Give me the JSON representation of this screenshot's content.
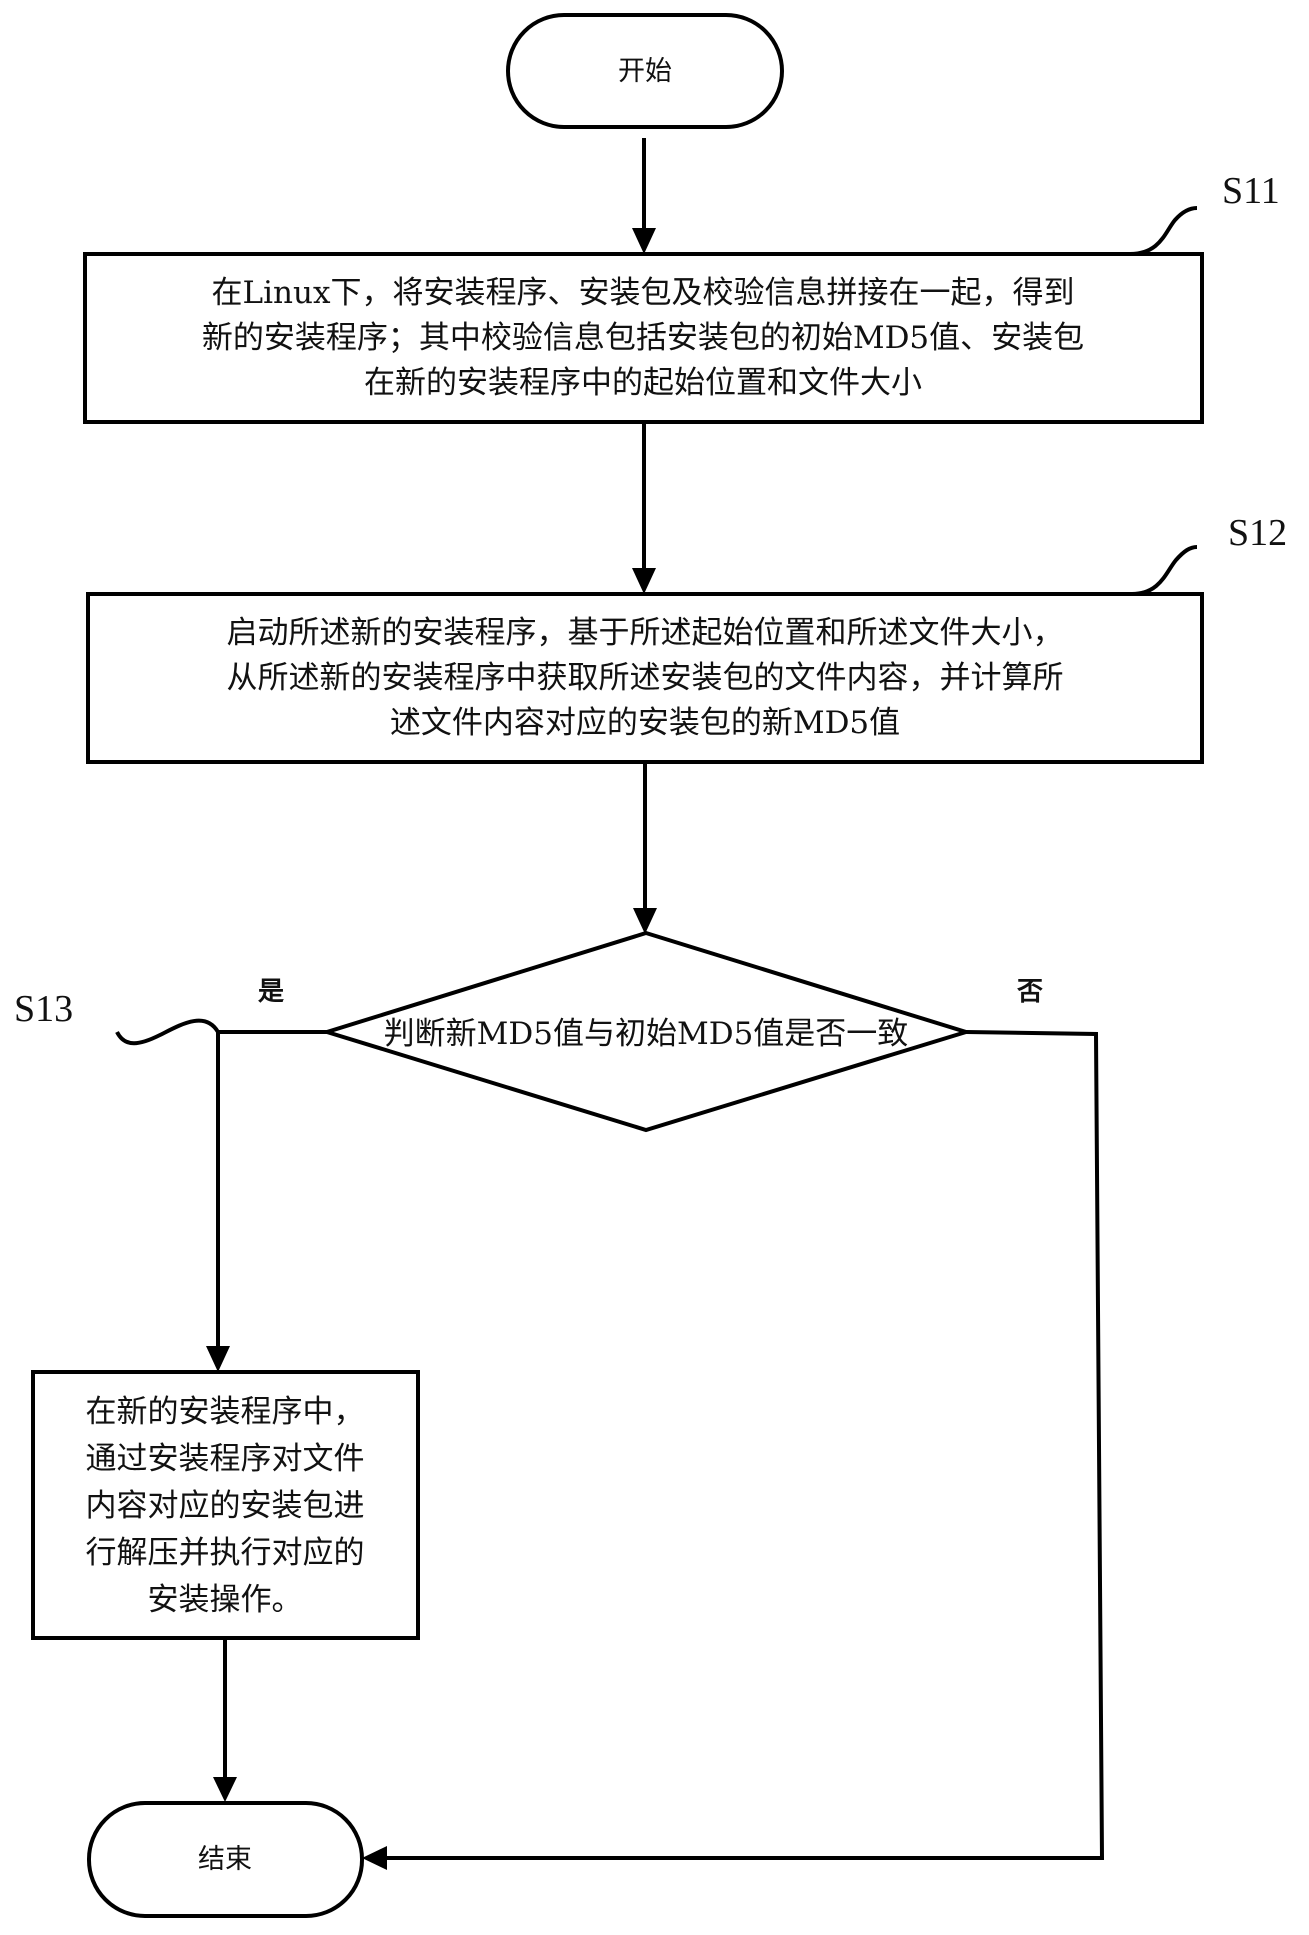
{
  "diagram": {
    "type": "flowchart",
    "nodes": {
      "start": {
        "shape": "terminator",
        "text": "开始"
      },
      "s11": {
        "shape": "process",
        "step_label": "S11",
        "lines": [
          "在Linux下，将安装程序、安装包及校验信息拼接在一起，得到",
          "新的安装程序；其中校验信息包括安装包的初始MD5值、安装包",
          "在新的安装程序中的起始位置和文件大小"
        ]
      },
      "s12": {
        "shape": "process",
        "step_label": "S12",
        "lines": [
          "启动所述新的安装程序，基于所述起始位置和所述文件大小，",
          "从所述新的安装程序中获取所述安装包的文件内容，并计算所",
          "述文件内容对应的安装包的新MD5值"
        ]
      },
      "decision": {
        "shape": "decision",
        "text": "判断新MD5值与初始MD5值是否一致"
      },
      "s13": {
        "shape": "process",
        "step_label": "S13",
        "lines": [
          "在新的安装程序中，",
          "通过安装程序对文件",
          "内容对应的安装包进",
          "行解压并执行对应的",
          "安装操作。"
        ]
      },
      "end": {
        "shape": "terminator",
        "text": "结束"
      }
    },
    "branches": {
      "yes_label": "是",
      "no_label": "否"
    },
    "edges": [
      {
        "from": "start",
        "to": "s11"
      },
      {
        "from": "s11",
        "to": "s12"
      },
      {
        "from": "s12",
        "to": "decision"
      },
      {
        "from": "decision",
        "to": "s13",
        "label": "是"
      },
      {
        "from": "decision",
        "to": "end",
        "label": "否"
      },
      {
        "from": "s13",
        "to": "end"
      }
    ]
  }
}
